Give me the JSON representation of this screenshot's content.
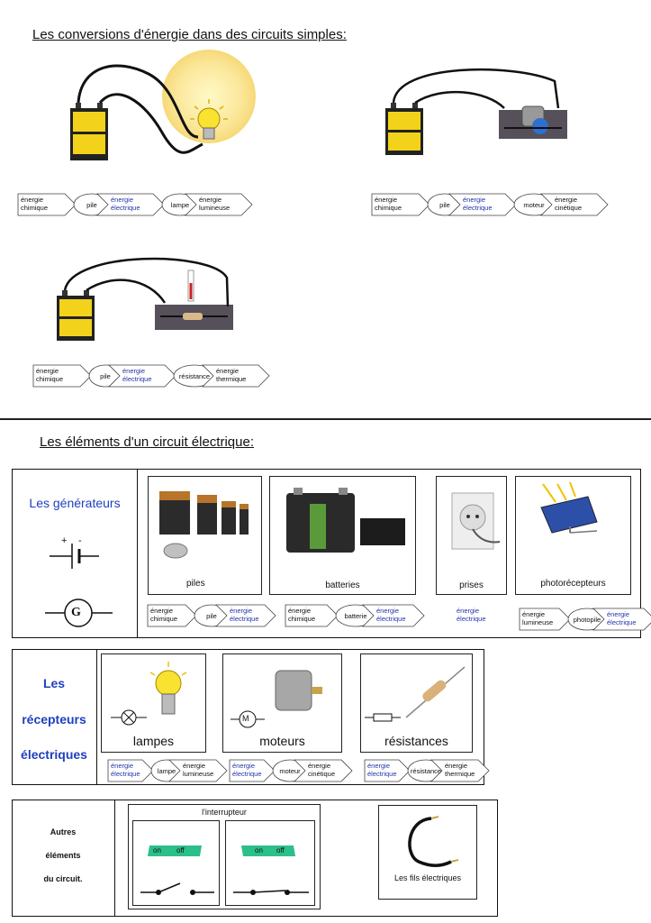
{
  "section1": {
    "title": "Les conversions d'énergie dans des circuits simples:",
    "chains": [
      [
        "énergie chimique",
        "pile",
        "énergie électrique",
        "lampe",
        "énergie lumineuse"
      ],
      [
        "énergie chimique",
        "pile",
        "énergie électrique",
        "moteur",
        "énergie cinétique"
      ],
      [
        "énergie chimique",
        "pile",
        "énergie électrique",
        "résistance",
        "énergie thermique"
      ]
    ]
  },
  "section2": {
    "title": "Les éléments d'un circuit électrique:",
    "generators": {
      "header": "Les générateurs",
      "symbol_plus": "+",
      "symbol_minus": "-",
      "symbol_g": "G",
      "cards": [
        {
          "label": "piles"
        },
        {
          "label": "batteries"
        },
        {
          "label": "prises"
        },
        {
          "label": "photorécepteurs"
        }
      ],
      "chains": [
        [
          "énergie chimique",
          "pile",
          "énergie électrique"
        ],
        [
          "énergie chimique",
          "batterie",
          "énergie électrique"
        ],
        [
          "énergie électrique"
        ],
        [
          "énergie lumineuse",
          "photopile",
          "énergie électrique"
        ]
      ]
    },
    "receivers": {
      "header": [
        "Les",
        "récepteurs",
        "électriques"
      ],
      "symbol_m": "M",
      "cards": [
        {
          "label": "lampes"
        },
        {
          "label": "moteurs"
        },
        {
          "label": "résistances"
        }
      ],
      "chains": [
        [
          "énergie électrique",
          "lampe",
          "énergie lumineuse"
        ],
        [
          "énergie électrique",
          "moteur",
          "énergie cinétique"
        ],
        [
          "énergie électrique",
          "résistance",
          "énergie thermique"
        ]
      ]
    },
    "others": {
      "header": [
        "Autres",
        "éléments",
        "du circuit."
      ],
      "switch_title": "l'interrupteur",
      "on": "on",
      "off": "off",
      "wires_label": "Les fils électriques"
    }
  },
  "colors": {
    "blue_text": "#2233aa",
    "header_blue": "#1f3fbf",
    "switch_green": "#2bbf8a",
    "battery_yellow": "#f2d21a",
    "box_gray": "#55505a"
  }
}
